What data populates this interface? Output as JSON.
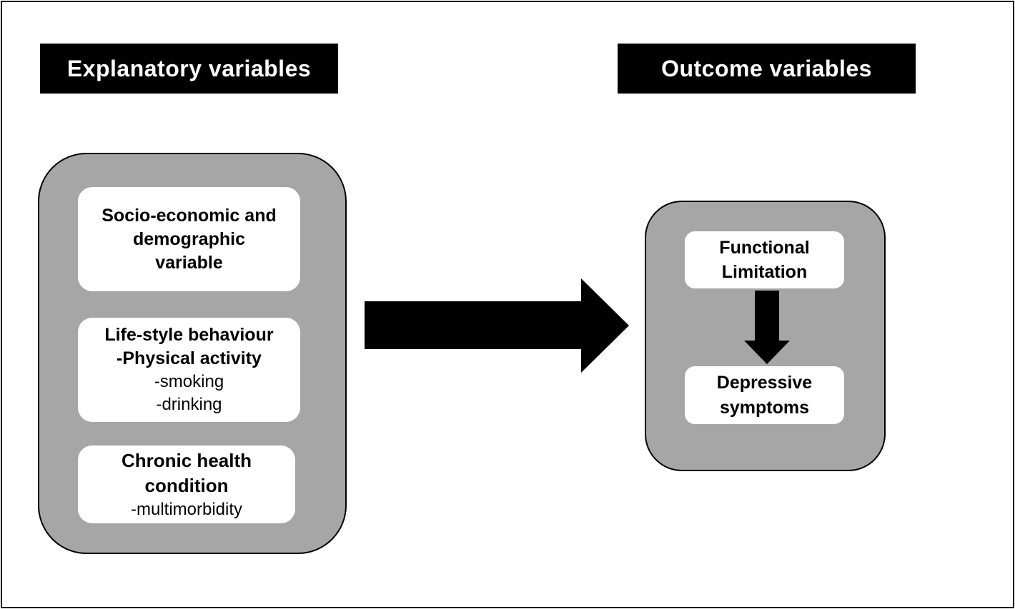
{
  "headers": {
    "explanatory": "Explanatory variables",
    "outcome": "Outcome variables"
  },
  "explanatory": {
    "socio": {
      "lines": [
        "Socio-economic and",
        "demographic",
        "variable"
      ]
    },
    "lifestyle": {
      "bold_lines": [
        "Life-style behaviour",
        "-Physical activity"
      ],
      "normal_lines": [
        "-smoking",
        "-drinking"
      ]
    },
    "chronic": {
      "bold_lines": [
        "Chronic health",
        "condition"
      ],
      "normal_lines": [
        "-multimorbidity"
      ]
    }
  },
  "outcome": {
    "functional": {
      "lines": [
        "Functional",
        "Limitation"
      ]
    },
    "depressive": {
      "lines": [
        "Depressive",
        "symptoms"
      ]
    }
  },
  "colors": {
    "panel": "#a6a6a6",
    "header_bg": "#000000",
    "header_text": "#ffffff",
    "card": "#ffffff",
    "arrow": "#000000"
  }
}
